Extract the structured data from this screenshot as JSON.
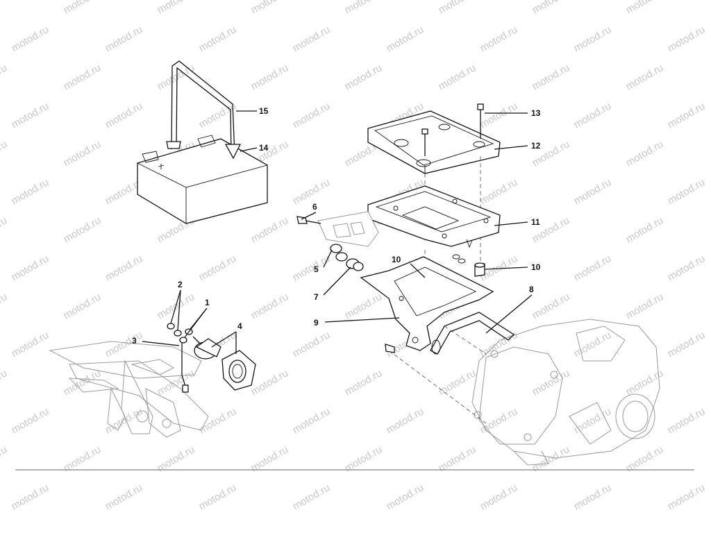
{
  "watermark": {
    "text": "motod.ru",
    "color": "#c8c8c8"
  },
  "callouts": [
    {
      "id": "15",
      "text": "15"
    },
    {
      "id": "14",
      "text": "14"
    },
    {
      "id": "13",
      "text": "13"
    },
    {
      "id": "12",
      "text": "12"
    },
    {
      "id": "11",
      "text": "11"
    },
    {
      "id": "10a",
      "text": "10"
    },
    {
      "id": "10b",
      "text": "10"
    },
    {
      "id": "9",
      "text": "9"
    },
    {
      "id": "8",
      "text": "8"
    },
    {
      "id": "7",
      "text": "7"
    },
    {
      "id": "6",
      "text": "6"
    },
    {
      "id": "5",
      "text": "5"
    },
    {
      "id": "4",
      "text": "4"
    },
    {
      "id": "3",
      "text": "3"
    },
    {
      "id": "2",
      "text": "2"
    },
    {
      "id": "1",
      "text": "1"
    }
  ]
}
